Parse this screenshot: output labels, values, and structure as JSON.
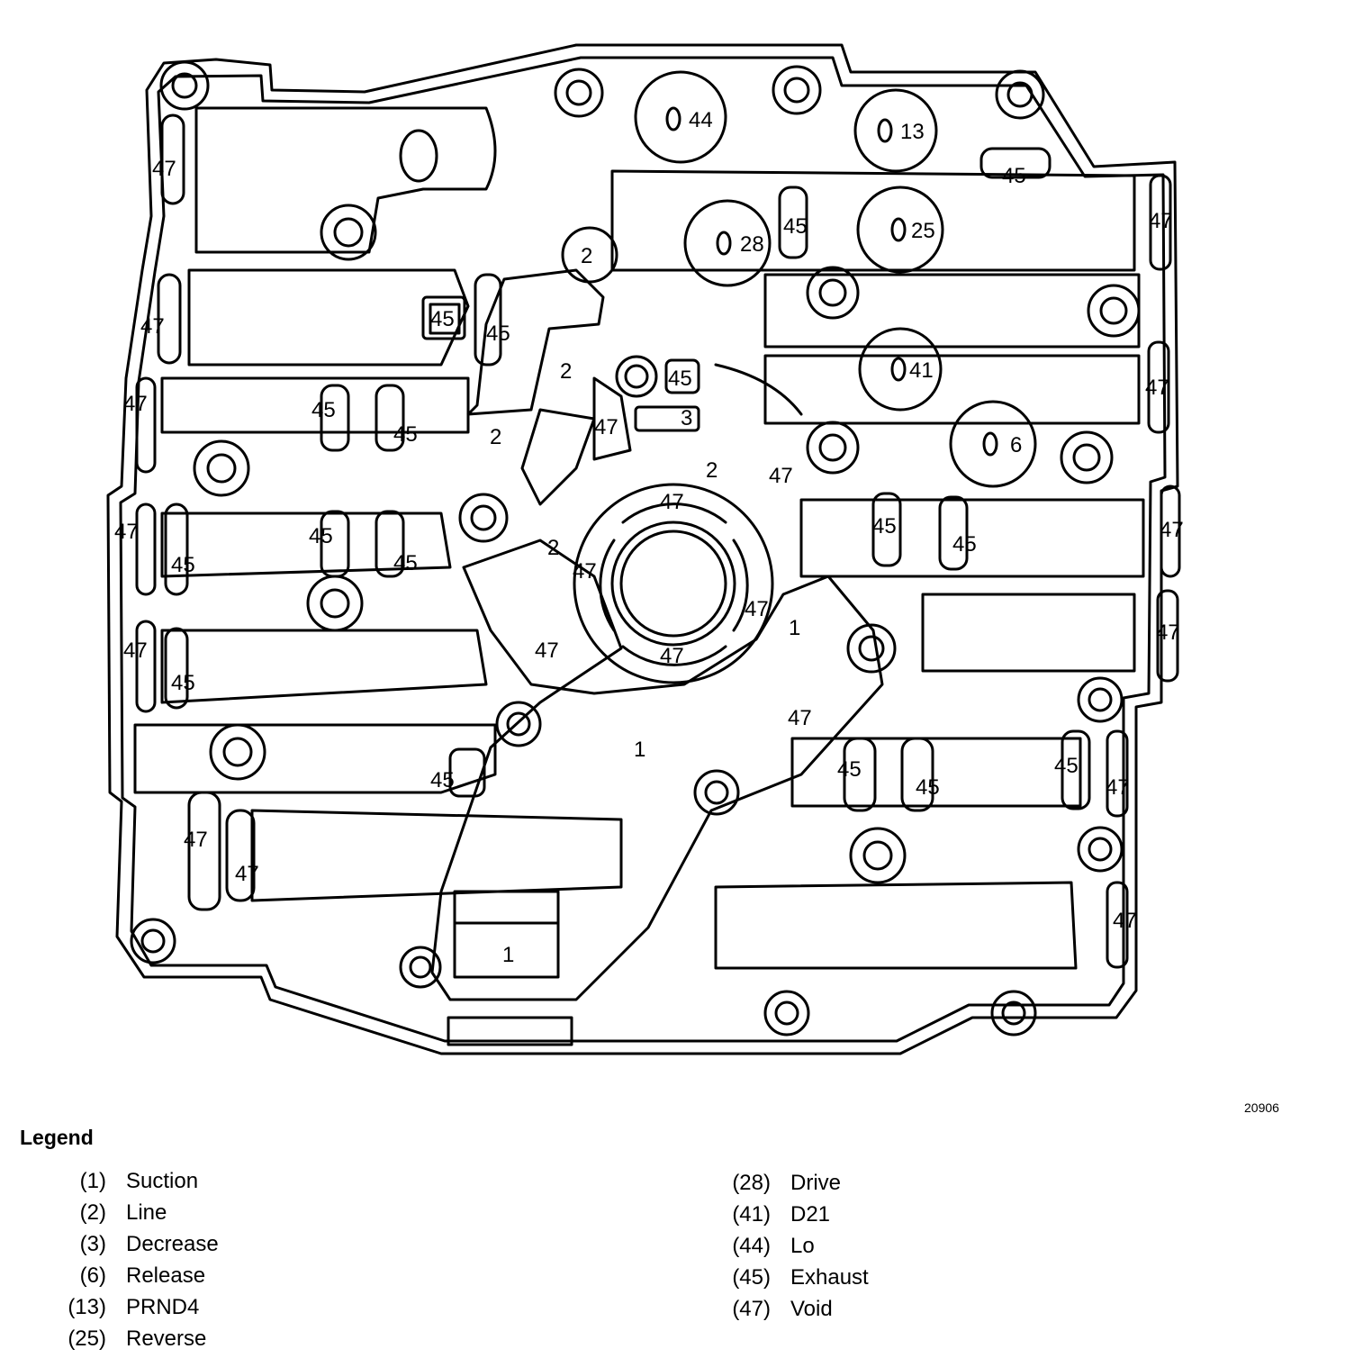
{
  "figure_id": "20906",
  "legend": {
    "title": "Legend",
    "items_left": [
      {
        "code": "(1)",
        "name": "Suction"
      },
      {
        "code": "(2)",
        "name": "Line"
      },
      {
        "code": "(3)",
        "name": "Decrease"
      },
      {
        "code": "(6)",
        "name": "Release"
      },
      {
        "code": "(13)",
        "name": "PRND4"
      },
      {
        "code": "(25)",
        "name": "Reverse"
      }
    ],
    "items_right": [
      {
        "code": "(28)",
        "name": "Drive"
      },
      {
        "code": "(41)",
        "name": "D21"
      },
      {
        "code": "(44)",
        "name": "Lo"
      },
      {
        "code": "(45)",
        "name": "Exhaust"
      },
      {
        "code": "(47)",
        "name": "Void"
      }
    ]
  },
  "diagram_labels": {
    "suction": "1",
    "line": "2",
    "decrease": "3",
    "release": "6",
    "prnd4": "13",
    "reverse": "25",
    "drive": "28",
    "d21": "41",
    "lo": "44",
    "exhaust": "45",
    "void": "47"
  }
}
